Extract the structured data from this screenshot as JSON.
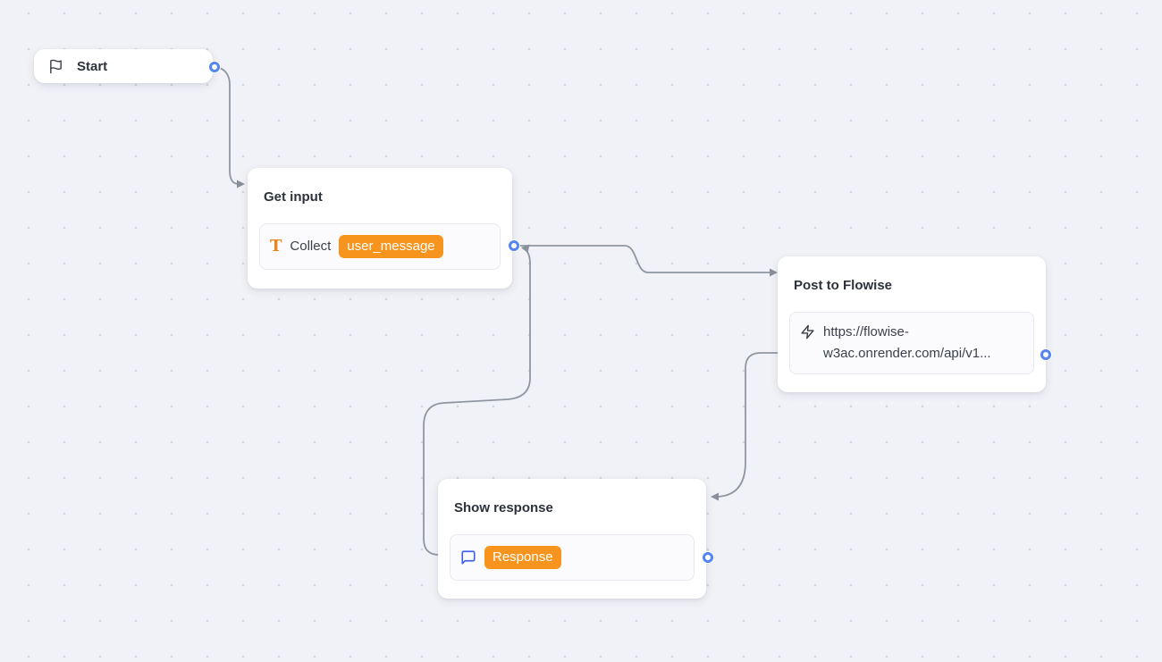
{
  "canvas": {
    "type": "flow-builder-canvas",
    "background": "#f1f2f7",
    "grid_dot_color": "#d2d4dd",
    "edge_color": "#9096a1",
    "connector_ring_color": "#5585f0",
    "badge_color": "#f7941e"
  },
  "nodes": {
    "start": {
      "title": "Start",
      "icon": "flag-icon"
    },
    "get_input": {
      "title": "Get input",
      "item": {
        "icon": "text-input-icon",
        "label": "Collect",
        "badge": "user_message"
      }
    },
    "post_to_flowise": {
      "title": "Post to Flowise",
      "item": {
        "icon": "lightning-icon",
        "url": "https://flowise-w3ac.onrender.com/api/v1..."
      }
    },
    "show_response": {
      "title": "Show response",
      "item": {
        "icon": "chat-bubble-icon",
        "badge": "Response"
      }
    }
  },
  "edges": [
    {
      "from": "start",
      "to": "get_input"
    },
    {
      "from": "get_input",
      "to": "post_to_flowise"
    },
    {
      "from": "post_to_flowise",
      "to": "show_response"
    },
    {
      "from": "show_response",
      "to": "get_input"
    }
  ]
}
